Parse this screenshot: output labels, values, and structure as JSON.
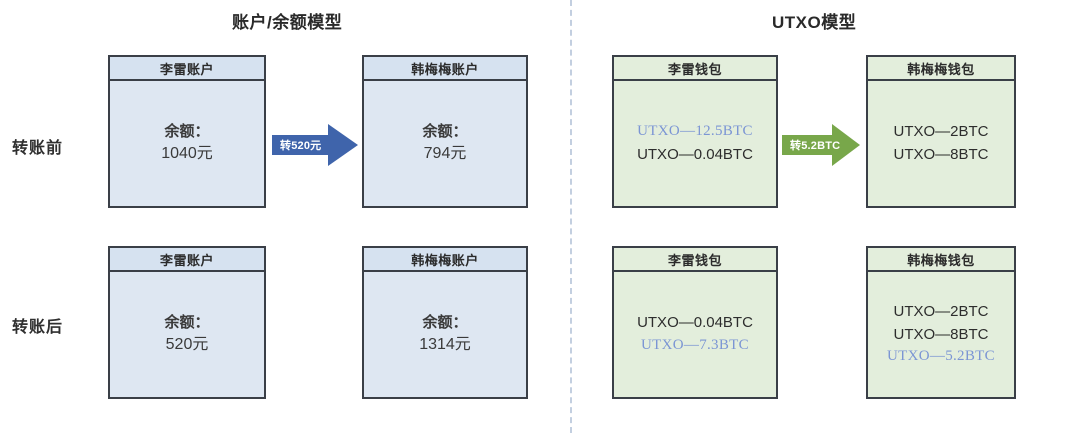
{
  "panels": {
    "left": {
      "title": "账户/余额模型"
    },
    "right": {
      "title": "UTXO模型"
    }
  },
  "rows": {
    "before": {
      "label": "转账前"
    },
    "after": {
      "label": "转账后"
    }
  },
  "colors": {
    "account_fill": "#dee7f2",
    "wallet_fill": "#e3eedc",
    "box_border": "#3a3f47",
    "arrow_blue": "#3f64ab",
    "arrow_green": "#78a74a",
    "highlight_text": "#7b95d4",
    "divider": "#c3cfe0"
  },
  "account_model": {
    "before": {
      "sender": {
        "header": "李雷账户",
        "balance_label": "余额：",
        "balance_value": "1040元"
      },
      "receiver": {
        "header": "韩梅梅账户",
        "balance_label": "余额：",
        "balance_value": "794元"
      },
      "arrow": {
        "label": "转520元"
      }
    },
    "after": {
      "sender": {
        "header": "李雷账户",
        "balance_label": "余额：",
        "balance_value": "520元"
      },
      "receiver": {
        "header": "韩梅梅账户",
        "balance_label": "余额：",
        "balance_value": "1314元"
      }
    }
  },
  "utxo_model": {
    "before": {
      "sender": {
        "header": "李雷钱包",
        "entries": [
          {
            "text": "UTXO—12.5BTC",
            "highlight": true
          },
          {
            "text": "UTXO—0.04BTC",
            "highlight": false
          }
        ]
      },
      "receiver": {
        "header": "韩梅梅钱包",
        "entries": [
          {
            "text": "UTXO—2BTC",
            "highlight": false
          },
          {
            "text": "UTXO—8BTC",
            "highlight": false
          }
        ]
      },
      "arrow": {
        "label": "转5.2BTC"
      }
    },
    "after": {
      "sender": {
        "header": "李雷钱包",
        "entries": [
          {
            "text": "UTXO—0.04BTC",
            "highlight": false
          },
          {
            "text": "UTXO—7.3BTC",
            "highlight": true
          }
        ]
      },
      "receiver": {
        "header": "韩梅梅钱包",
        "entries": [
          {
            "text": "UTXO—2BTC",
            "highlight": false
          },
          {
            "text": "UTXO—8BTC",
            "highlight": false
          },
          {
            "text": "UTXO—5.2BTC",
            "highlight": true
          }
        ]
      }
    }
  }
}
